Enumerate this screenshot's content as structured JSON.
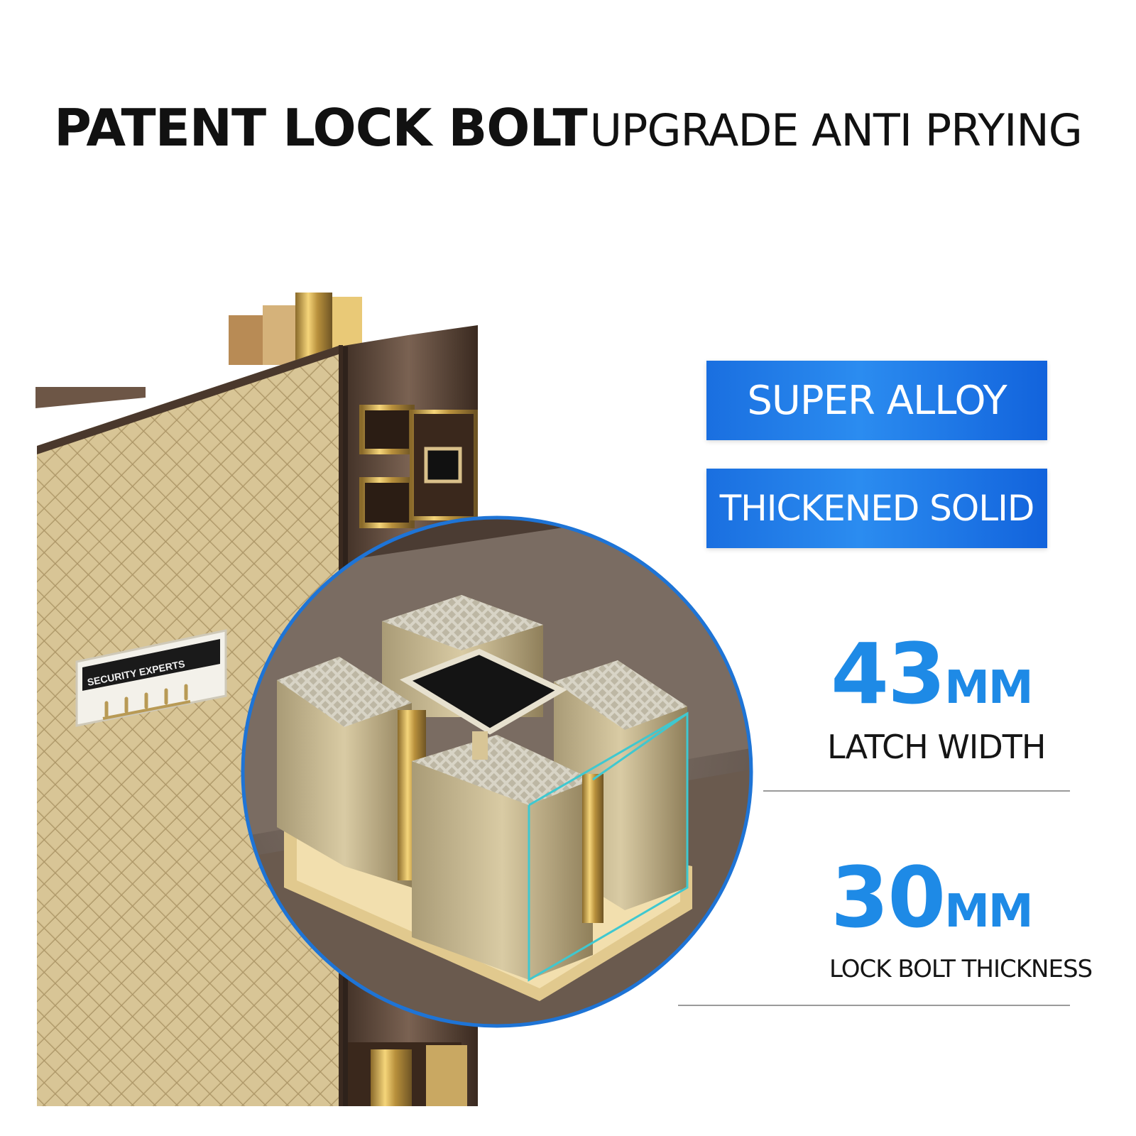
{
  "headline": {
    "strong": "PATENT LOCK BOLT",
    "normal": "UPGRADE ANTI PRYING"
  },
  "badges": [
    {
      "label": "SUPER ALLOY"
    },
    {
      "label": "THICKENED SOLID"
    }
  ],
  "specs": [
    {
      "value": "43",
      "unit": "MM",
      "label": "LATCH WIDTH"
    },
    {
      "value": "30",
      "unit": "MM",
      "label": "LOCK BOLT THICKNESS"
    }
  ],
  "nameplate": {
    "text": "SECURITY EXPERTS"
  },
  "colors": {
    "accent_blue": "#1e8ae6",
    "badge_blue": "#1a6fe0",
    "gold": "#c9b27a",
    "bronze": "#5a4638"
  }
}
